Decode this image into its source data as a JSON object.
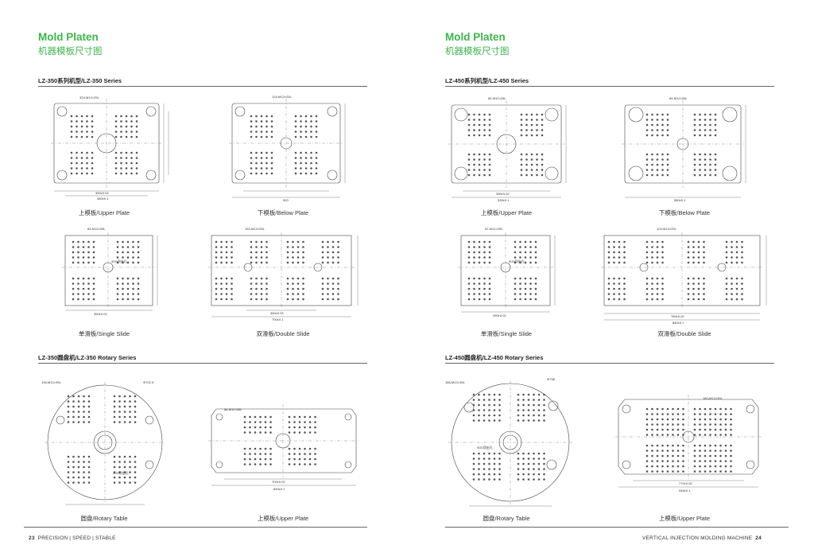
{
  "header": {
    "title_en": "Mold Platen",
    "title_cn": "机器模板尺寸图"
  },
  "left": {
    "series": "LZ-350系列机型/LZ-350 Series",
    "rotary_series": "LZ-350圆盘机/LZ-350 Rotary Series",
    "captions": {
      "upper": "上模板/Upper Plate",
      "below": "下模板/Below Plate",
      "single": "单滑板/Single Slide",
      "double": "双滑板/Double Slide",
      "rotary": "圆盘/Rotary Table",
      "rotary_upper": "上模板/Upper Plate"
    },
    "labels": {
      "upper_thread": "324-M12×25L",
      "below_thread": "124-M12×25L",
      "single_thread": "84-M12×25L",
      "double_thread": "152-M12×25L",
      "rotary_thread": "136-M12×35L",
      "rotary_dia": "Φ702.5",
      "rotary_upper_thread": "84-M12×35L",
      "hole_note": "Φ20顶出孔",
      "upper_w1": "350±0.02",
      "upper_w2": "480±0.1",
      "below_w": "520",
      "single_w": "350±0.02",
      "double_w1": "350±0.02",
      "double_w2": "700±0.1",
      "rotary_upper_w1": "700±0.02",
      "rotary_upper_w2": "845±0.1"
    }
  },
  "right": {
    "series": "LZ-450系列机型/LZ-450 Series",
    "rotary_series": "LZ-450圆盘机/LZ-450 Rotary Series",
    "captions": {
      "upper": "上模板/Upper Plate",
      "below": "下模板/Below Plate",
      "single": "单滑板/Single Slide",
      "double": "双滑板/Double Slide",
      "rotary": "圆盘/Rotary Table",
      "rotary_upper": "上模板/Upper Plate"
    },
    "labels": {
      "upper_thread": "84-M12×25L",
      "below_thread": "84-M12×25L",
      "single_thread": "92-M12×25L",
      "double_thread": "104-M12×25L",
      "rotary_thread": "168-M12×35L",
      "rotary_dia": "Φ738",
      "rotary_upper_thread": "180-M12×35L",
      "hole_note": "Φ20顶出孔",
      "upper_w1": "390±0.02",
      "upper_w2": "530±0.1",
      "below_w": "580±0.1",
      "single_w": "390±0.02",
      "double_w1": "780±0.02",
      "double_w2": "840±0.1",
      "rotary_upper_w1": "770±0.02",
      "rotary_upper_w2": "945±0.1"
    }
  },
  "footer": {
    "left_page": "23",
    "left_text": "PRECISION | SPEED | STABLE",
    "right_text": "VERTICAL INJECTION MOLDING MACHINE",
    "right_page": "24"
  }
}
